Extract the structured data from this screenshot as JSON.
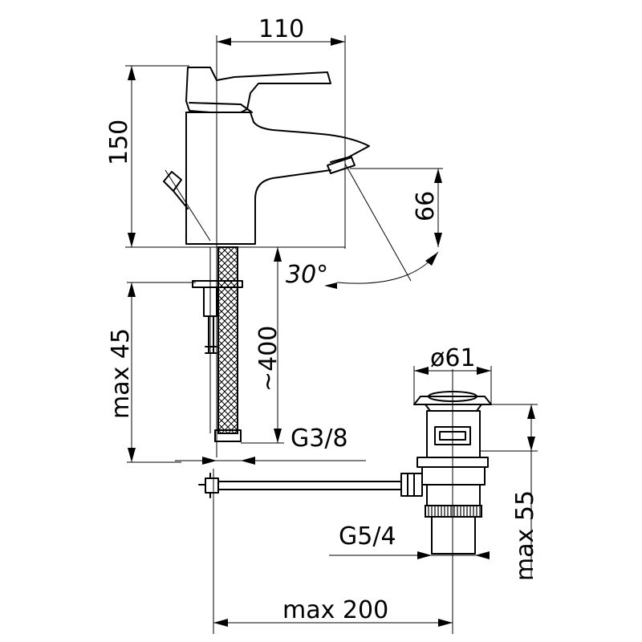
{
  "dimensions": {
    "width_top": "110",
    "height_total": "150",
    "spout_height": "66",
    "spout_angle": "30°",
    "hose_length": "~400",
    "hose_thread": "G3/8",
    "max_thickness": "max 45",
    "drain_diameter": "ø61",
    "drain_depth": "max 55",
    "drain_thread": "G5/4",
    "rod_length": "max 200"
  }
}
